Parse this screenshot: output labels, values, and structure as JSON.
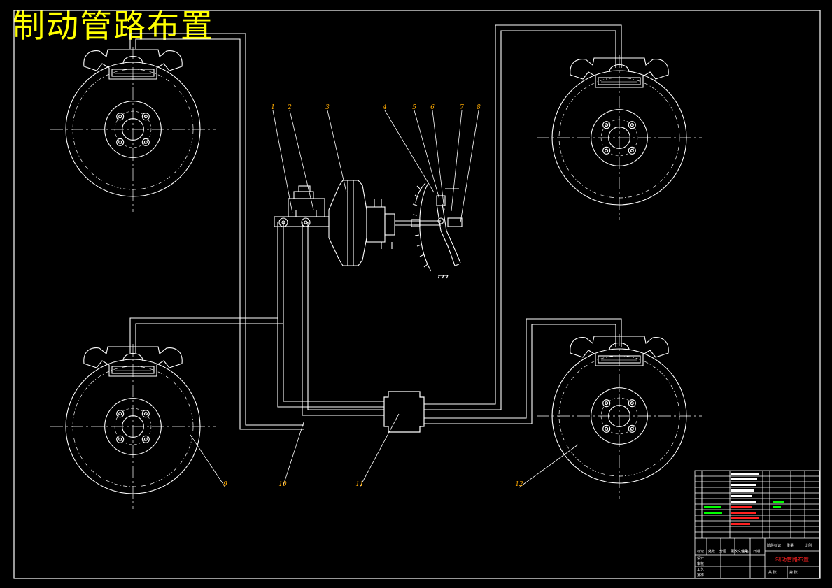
{
  "title": "制动管路布置",
  "callouts": [
    "1",
    "2",
    "3",
    "4",
    "5",
    "6",
    "7",
    "8",
    "9",
    "10",
    "11",
    "12"
  ],
  "title_block": {
    "drawing_name": "制动管路布置",
    "sign_labels": [
      "标记",
      "处数",
      "分区",
      "更改文件号",
      "签名",
      "日期"
    ],
    "role_labels": [
      "设计",
      "审核",
      "工艺",
      "批准"
    ],
    "misc_labels": [
      "阶段标记",
      "重量",
      "比例",
      "共 张",
      "第 张"
    ]
  },
  "colors": {
    "background": "#000000",
    "lines": "#ffffff",
    "title": "#ffff00",
    "callout": "#ffaa00",
    "table_red": "#ff2020",
    "table_green": "#00ff00"
  }
}
